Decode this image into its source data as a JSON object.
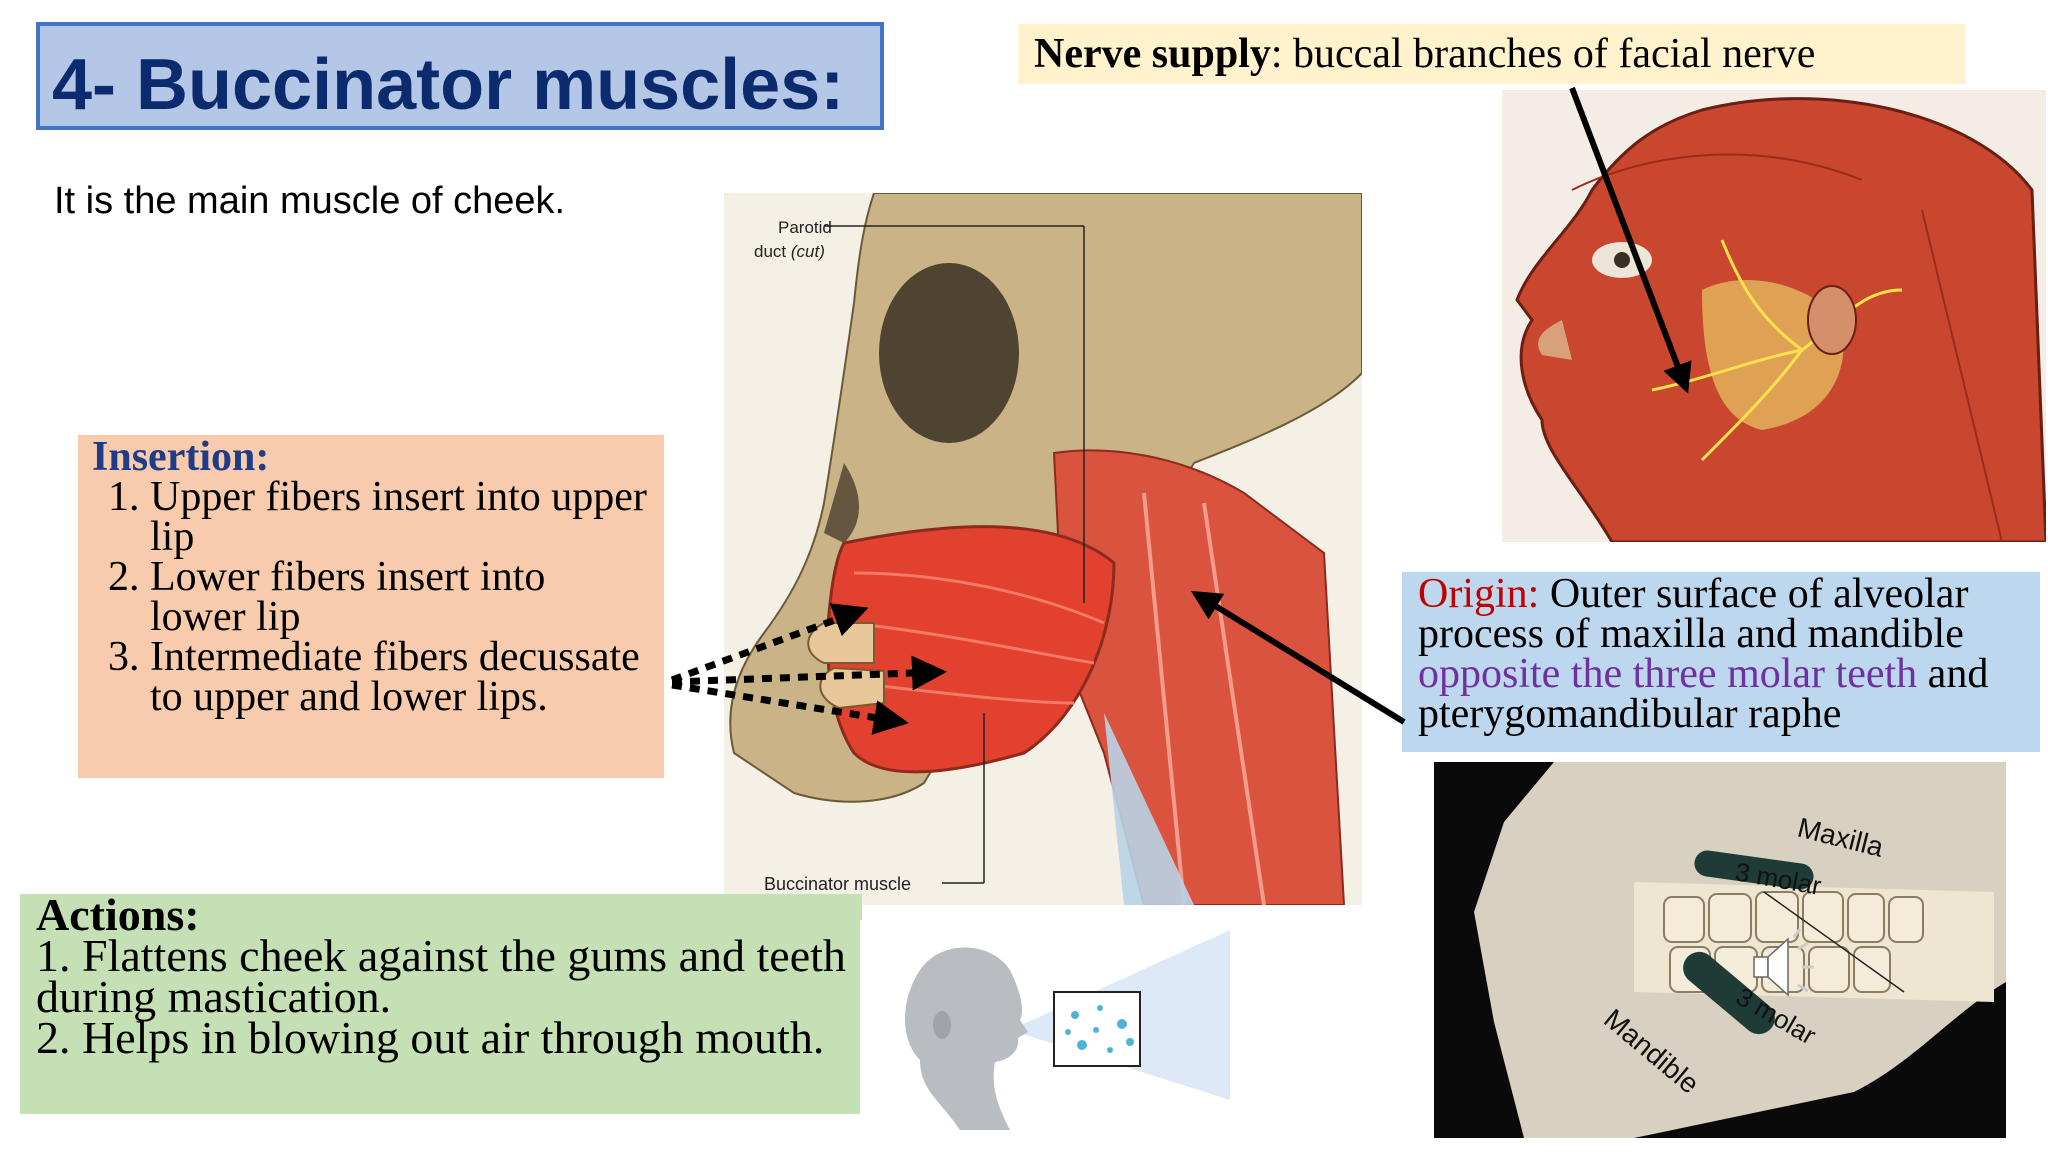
{
  "slide": {
    "title": "4- Buccinator muscles:",
    "subtitle": "It is the main muscle of cheek."
  },
  "nerve": {
    "label": "Nerve supply",
    "text": ": buccal branches of facial nerve"
  },
  "insertion": {
    "heading": "Insertion:",
    "items": [
      "Upper fibers insert into upper lip",
      "Lower fibers insert into lower lip",
      "Intermediate fibers decussate to upper and lower lips."
    ]
  },
  "origin": {
    "label": "Origin:",
    "text1": " Outer surface of alveolar process of maxilla and mandible ",
    "highlight": "opposite the three molar teeth",
    "text2": " and pterygomandibular raphe"
  },
  "actions": {
    "heading": "Actions:",
    "items": [
      "1. Flattens cheek against the gums and teeth during mastication.",
      "2. Helps in blowing out air through mouth."
    ]
  },
  "skull_labels": {
    "parotid_line1": "Parotid",
    "parotid_line2": "duct",
    "parotid_cut": "(cut)",
    "buccinator": "Buccinator muscle"
  },
  "bone_labels": {
    "maxilla": "Maxilla",
    "molar_upper": "3 molar",
    "molar_lower": "3 molar",
    "mandible": "Mandible"
  },
  "icons": {
    "speaker": "speaker-icon"
  }
}
